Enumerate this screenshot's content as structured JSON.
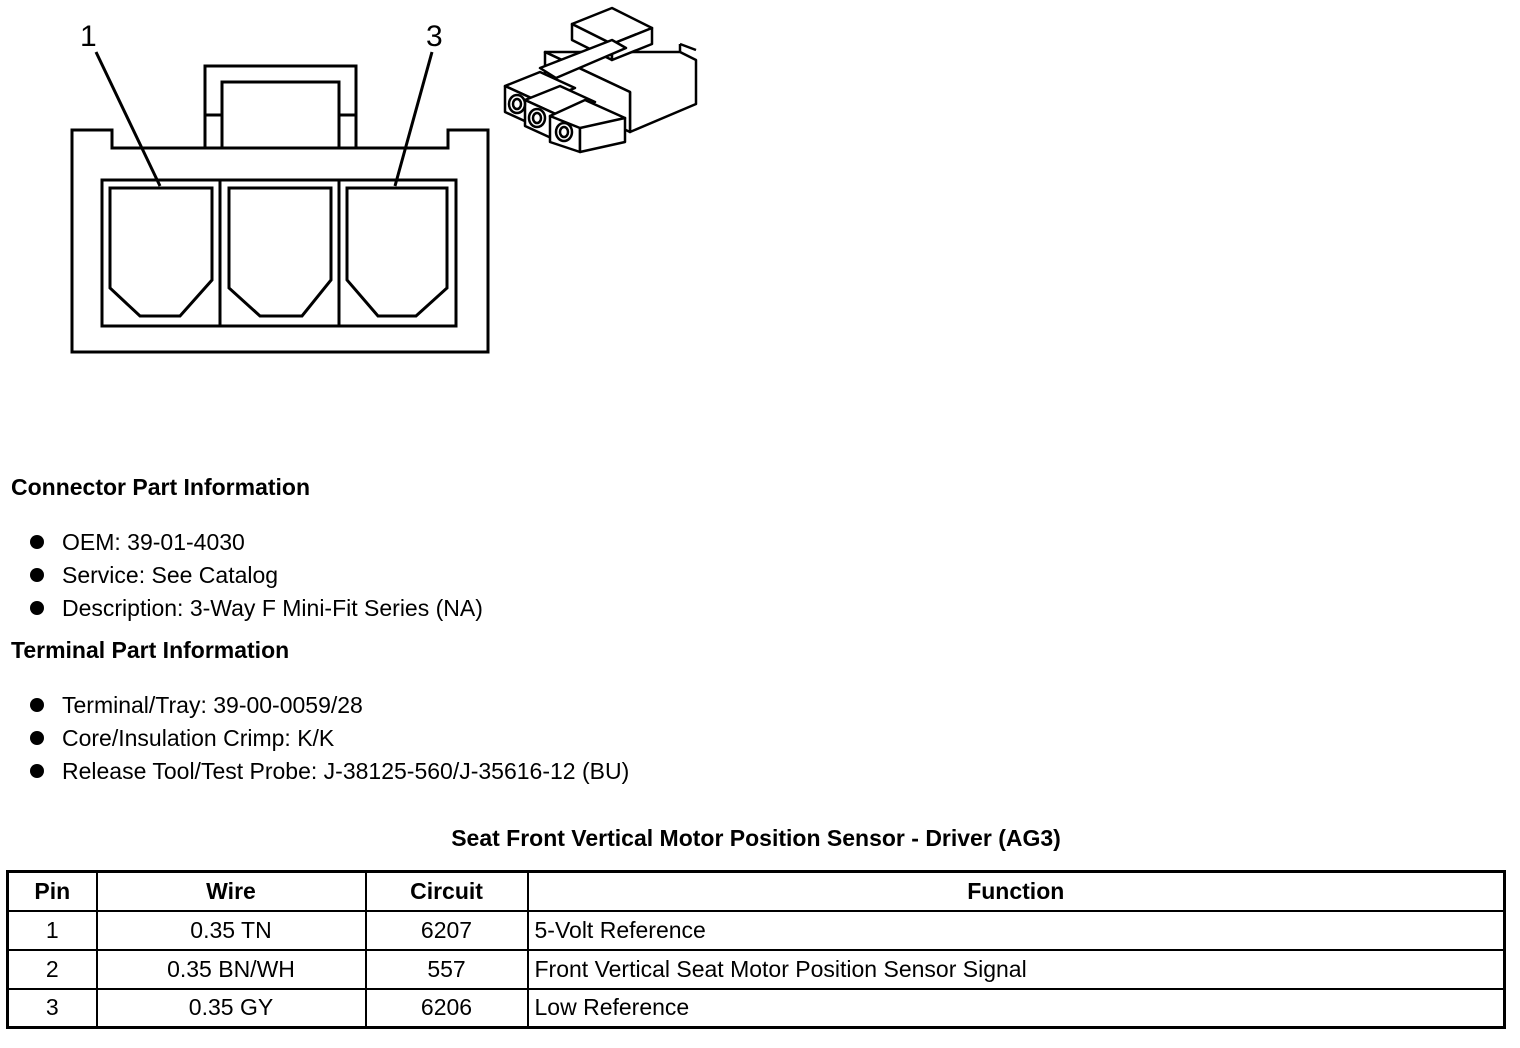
{
  "diagram": {
    "pin_labels": [
      "1",
      "3"
    ]
  },
  "connector_info": {
    "heading": "Connector Part Information",
    "items": [
      "OEM: 39-01-4030",
      "Service: See Catalog",
      "Description: 3-Way F Mini-Fit Series (NA)"
    ]
  },
  "terminal_info": {
    "heading": "Terminal Part Information",
    "items": [
      "Terminal/Tray: 39-00-0059/28",
      "Core/Insulation Crimp: K/K",
      "Release Tool/Test Probe: J-38125-560/J-35616-12 (BU)"
    ]
  },
  "table": {
    "title": "Seat Front Vertical Motor Position Sensor - Driver (AG3)",
    "headers": [
      "Pin",
      "Wire",
      "Circuit",
      "Function"
    ],
    "rows": [
      [
        "1",
        "0.35 TN",
        "6207",
        "5-Volt Reference"
      ],
      [
        "2",
        "0.35 BN/WH",
        "557",
        "Front Vertical Seat Motor Position Sensor Signal"
      ],
      [
        "3",
        "0.35 GY",
        "6206",
        "Low Reference"
      ]
    ]
  }
}
